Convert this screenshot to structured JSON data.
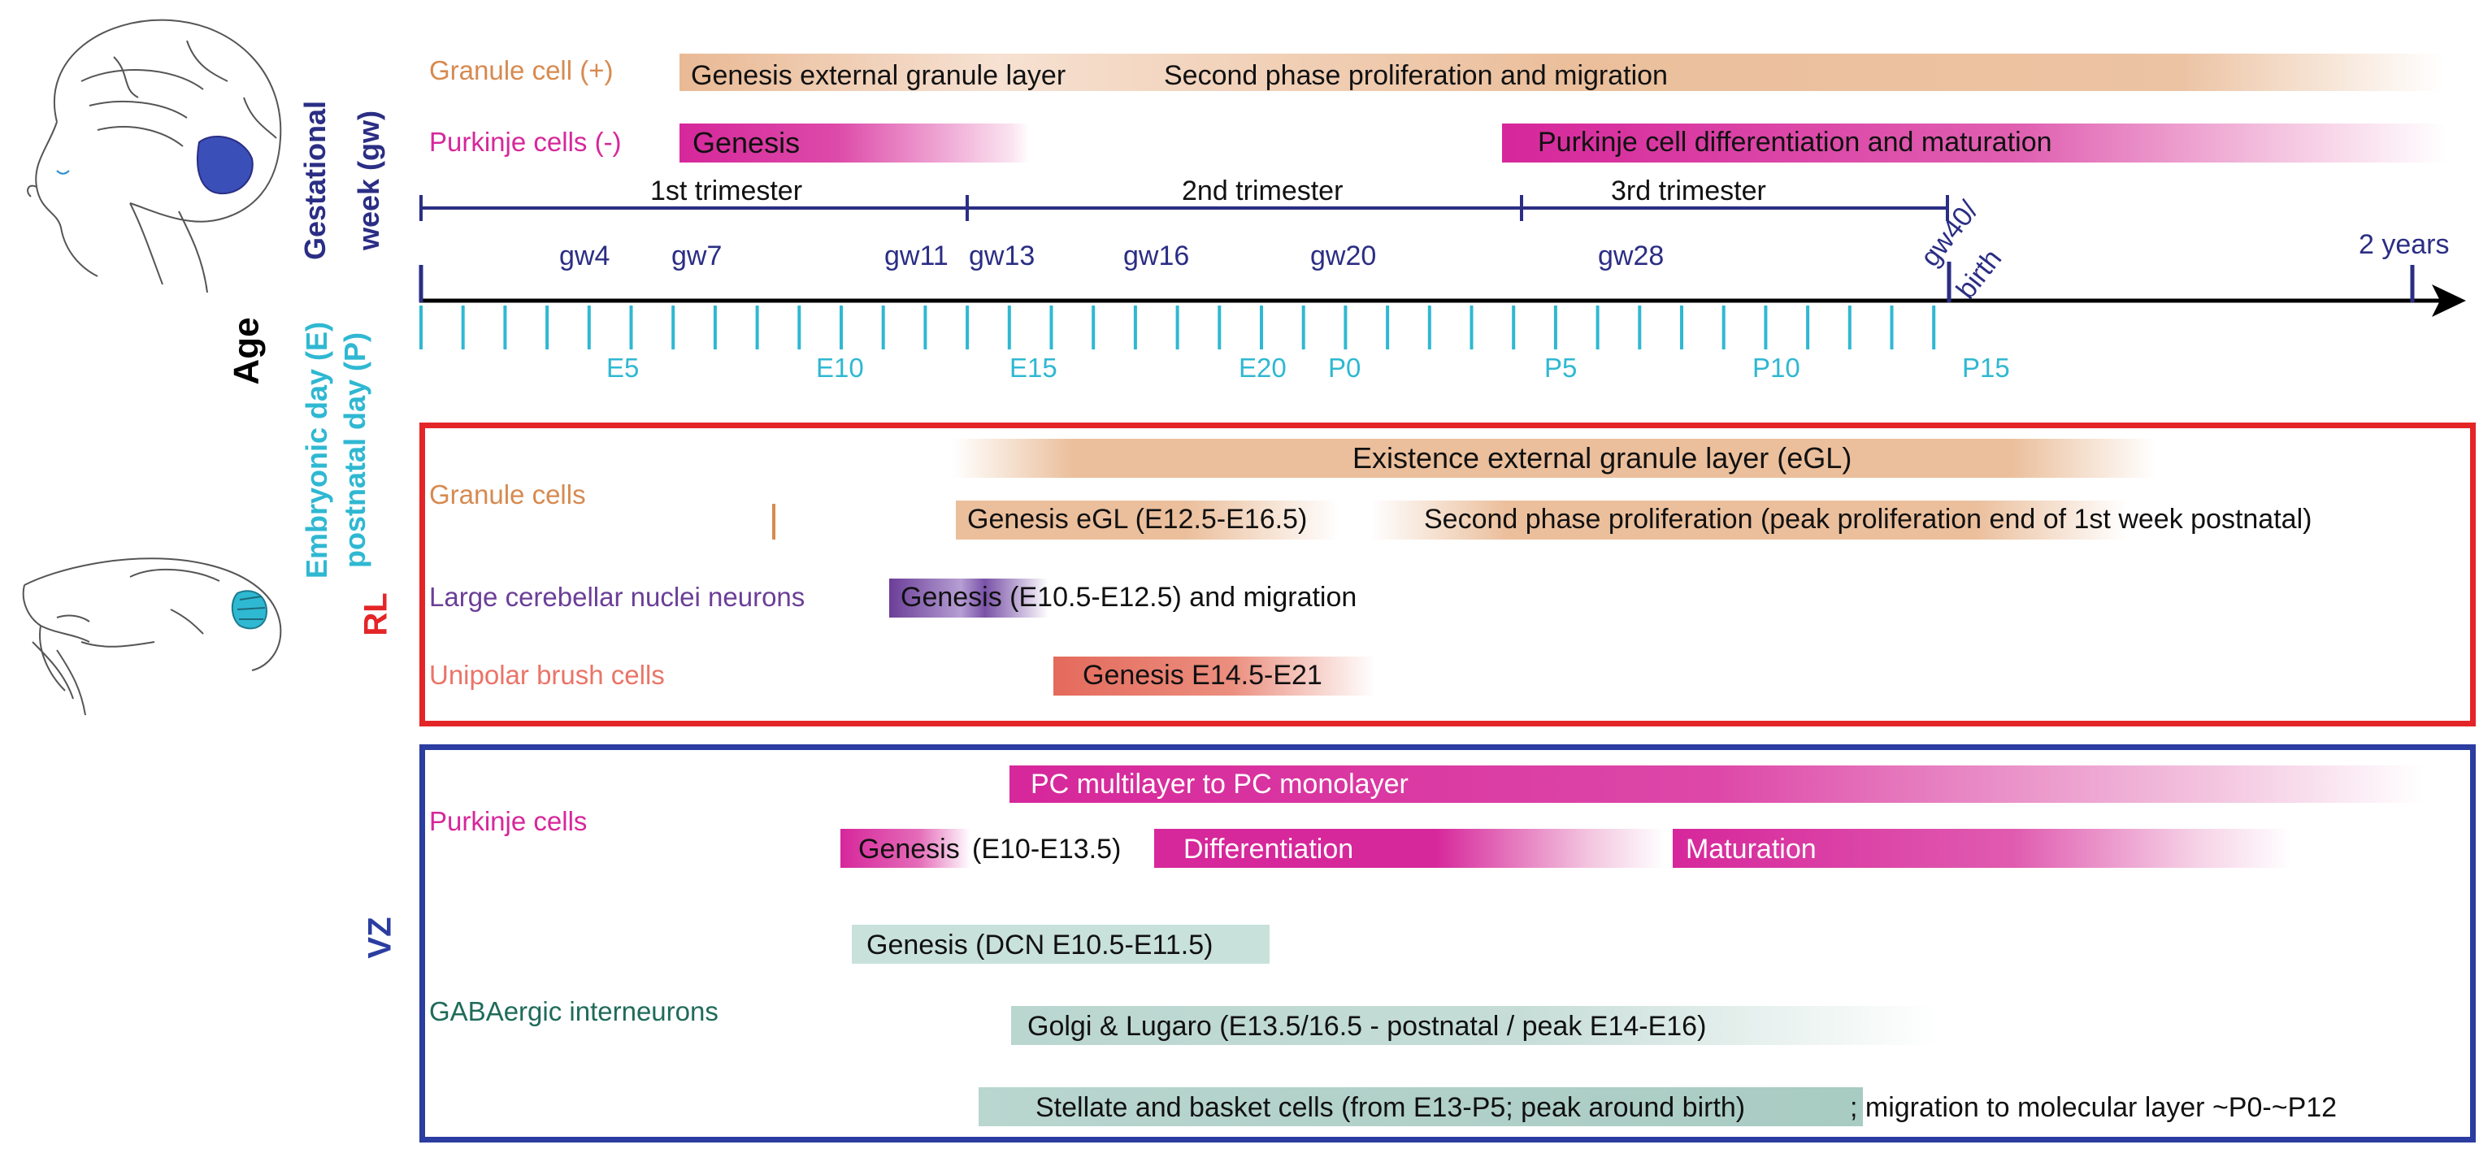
{
  "colors": {
    "granule": "#d78a50",
    "granule_bar": "#ebbf9c",
    "purkinje": "#d6279b",
    "navy": "#2b2e84",
    "cyan": "#2fb8d2",
    "red": "#e42528",
    "blue": "#2b3da0",
    "purple": "#6b3e98",
    "ubc": "#ea7468",
    "ubc_bar": "#e46a5c",
    "teal": "#1f6b59",
    "teal_bar": "#b9d6cf"
  },
  "human": {
    "granule_label": "Granule cell (+)",
    "granule_genesis": "Genesis external granule layer",
    "granule_second": "Second phase proliferation and migration",
    "purkinje_label": "Purkinje cells (-)",
    "purkinje_genesis": "Genesis",
    "purkinje_diff": "Purkinje cell differentiation and maturation"
  },
  "axis": {
    "age_label": "Age",
    "gw_label_1": "Gestational",
    "gw_label_2": "week (gw)",
    "ep_label_1": "Embryonic day (E)",
    "ep_label_2": "postnatal day (P)",
    "trimesters": [
      "1st trimester",
      "2nd trimester",
      "3rd trimester"
    ],
    "gw_ticks": [
      "gw4",
      "gw7",
      "gw11",
      "gw13",
      "gw16",
      "gw20",
      "gw28"
    ],
    "gw40_1": "gw40/",
    "gw40_2": "birth",
    "two_years": "2 years",
    "mouse_ticks": [
      "E5",
      "E10",
      "E15",
      "E20",
      "P0",
      "P5",
      "P10",
      "P15"
    ]
  },
  "rl": {
    "label": "RL",
    "granule_label": "Granule cells",
    "egl_exist": "Existence external granule layer (eGL)",
    "egl_genesis": "Genesis eGL (E12.5-E16.5)",
    "second_phase": "Second phase proliferation (peak proliferation end of 1st week postnatal)",
    "dcn_label": "Large cerebellar nuclei neurons",
    "dcn_genesis": "Genesis (E10.5-E12.5) and migration",
    "ubc_label": "Unipolar brush cells",
    "ubc_genesis": "Genesis E14.5-E21"
  },
  "vz": {
    "label": "VZ",
    "pc_label": "Purkinje cells",
    "pc_multilayer": "PC multilayer to PC monolayer",
    "pc_genesis": "Genesis",
    "pc_genesis_range": "(E10-E13.5)",
    "pc_diff": "Differentiation",
    "pc_mat": "Maturation",
    "gaba_label": "GABAergic interneurons",
    "gaba_dcn": "Genesis (DCN E10.5-E11.5)",
    "golgi": "Golgi & Lugaro (E13.5/16.5 - postnatal / peak E14-E16)",
    "stellate": "Stellate and basket cells (from E13-P5; peak around birth)",
    "stellate_migration": "; migration to molecular layer ~P0-~P12"
  }
}
